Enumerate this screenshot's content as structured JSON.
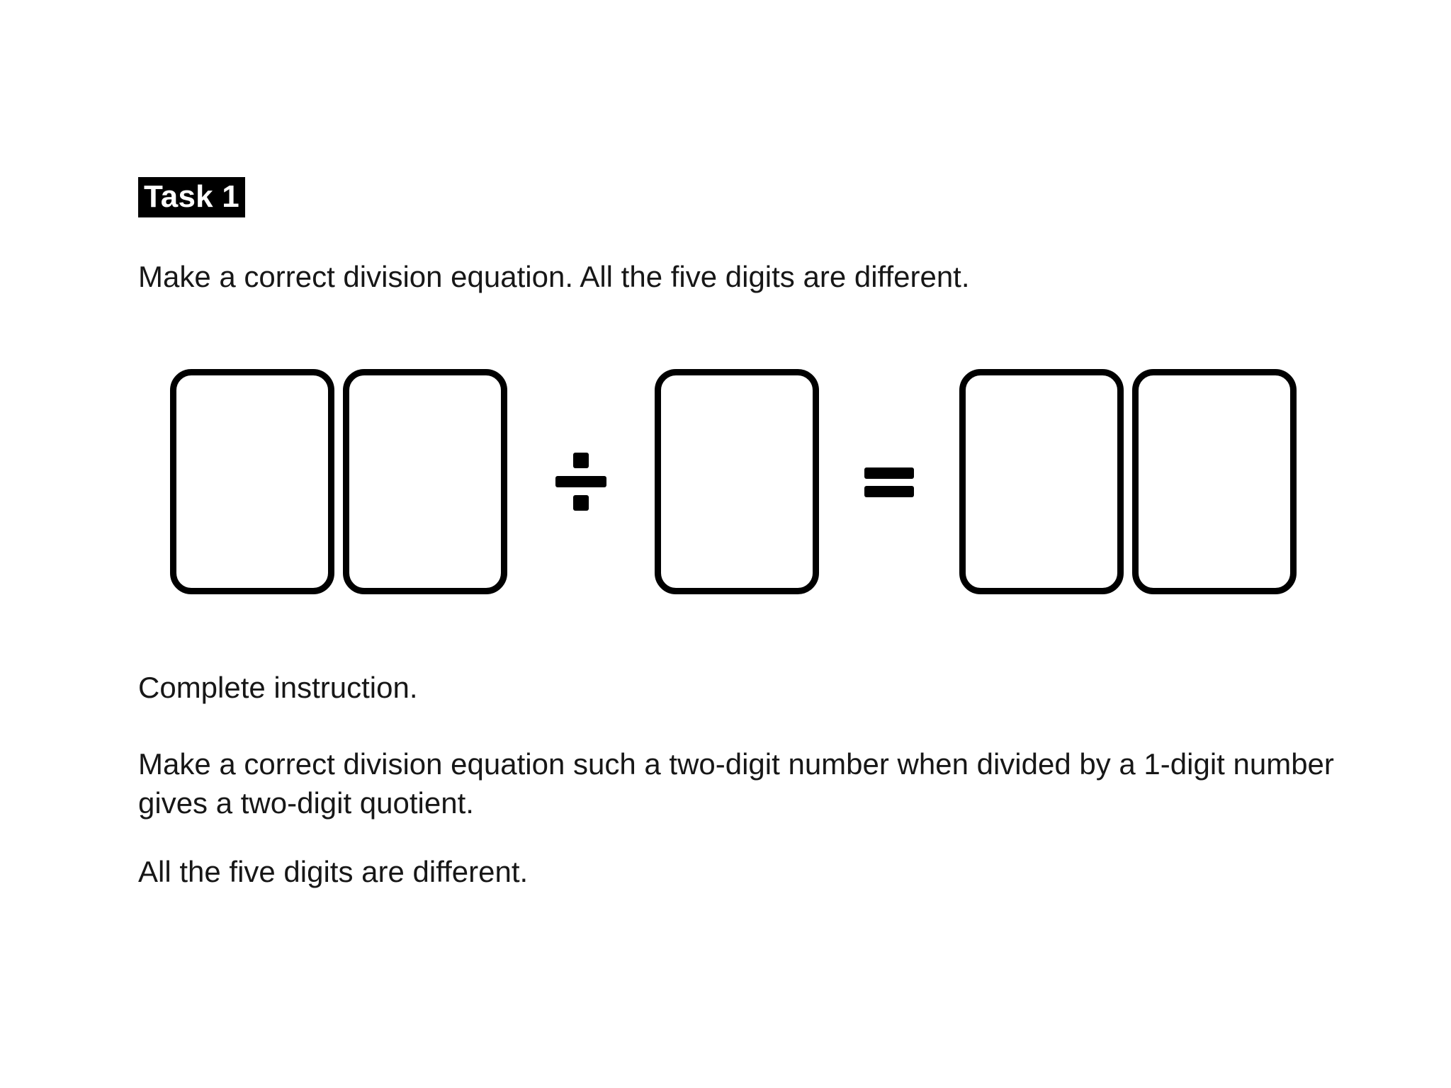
{
  "page": {
    "background_color": "#ffffff",
    "text_color": "#171717"
  },
  "heading": {
    "label": "Task 1",
    "highlight_background": "#000000",
    "highlight_text_color": "#ffffff"
  },
  "prompt": {
    "text": "Make a correct division equation. All the five digits are different."
  },
  "equation": {
    "operator_divide": "÷",
    "operator_equals": "=",
    "box_border_color": "#000000",
    "box_fill_color": "#ffffff",
    "dividend_boxes": [
      {
        "value": ""
      },
      {
        "value": ""
      }
    ],
    "divisor_boxes": [
      {
        "value": ""
      }
    ],
    "quotient_boxes": [
      {
        "value": ""
      },
      {
        "value": ""
      }
    ]
  },
  "instructions": {
    "sub_heading": "Complete instruction.",
    "paragraph": "Make a correct division equation such a two-digit number when divided by a 1-digit number gives a two-digit quotient.",
    "closing_line": "All the five digits are different."
  }
}
